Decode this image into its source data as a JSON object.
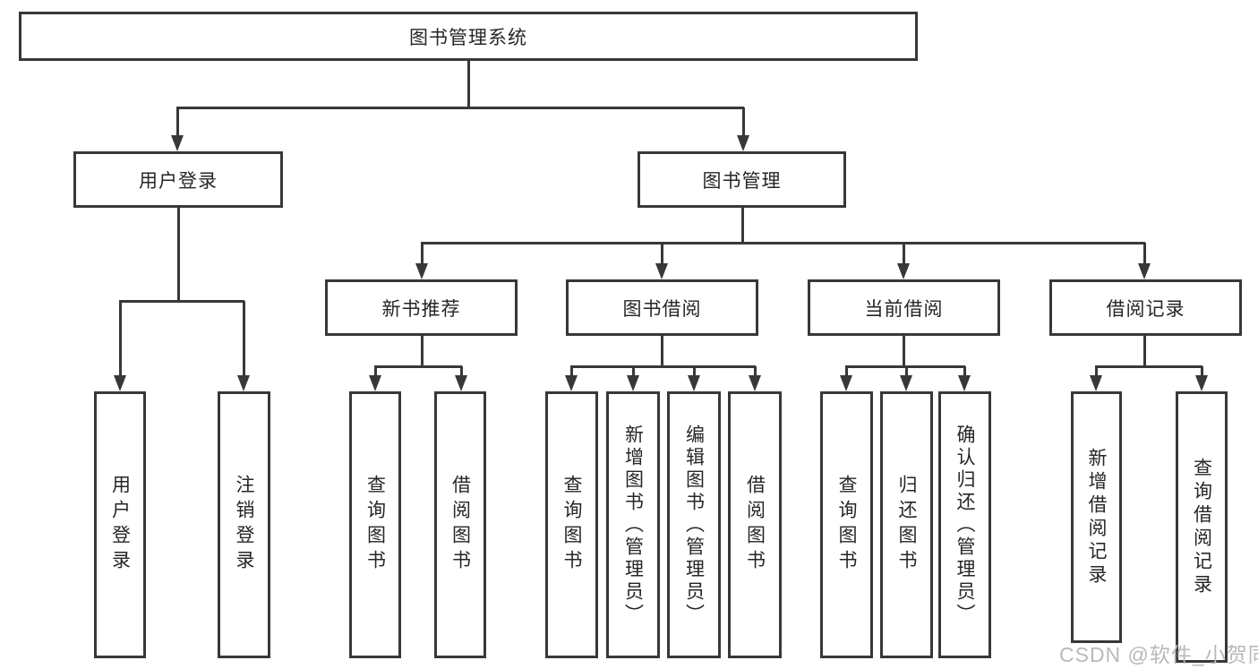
{
  "nodes": {
    "root": "图书管理系统",
    "user_login_branch": "用户登录",
    "book_mgmt_branch": "图书管理",
    "new_book_rec": "新书推荐",
    "book_borrow": "图书借阅",
    "current_borrow": "当前借阅",
    "borrow_records": "借阅记录",
    "leaf_user_login": "用户登录",
    "leaf_logout": "注销登录",
    "leaf_rec_query_books": "查询图书",
    "leaf_rec_borrow_books": "借阅图书",
    "leaf_bb_query_books": "查询图书",
    "leaf_bb_add_books_admin": "新增图书（管理员）",
    "leaf_bb_edit_books_admin": "编辑图书（管理员）",
    "leaf_bb_borrow_books": "借阅图书",
    "leaf_cb_query_books": "查询图书",
    "leaf_cb_return_books": "归还图书",
    "leaf_cb_confirm_return_admin": "确认归还（管理员）",
    "leaf_br_add_record": "新增借阅记录",
    "leaf_br_query_record": "查询借阅记录"
  },
  "watermark": "CSDN @软件_小贺同学",
  "colors": {
    "line": "#383838",
    "text": "#262626",
    "watermark": "#b9b9b9"
  }
}
